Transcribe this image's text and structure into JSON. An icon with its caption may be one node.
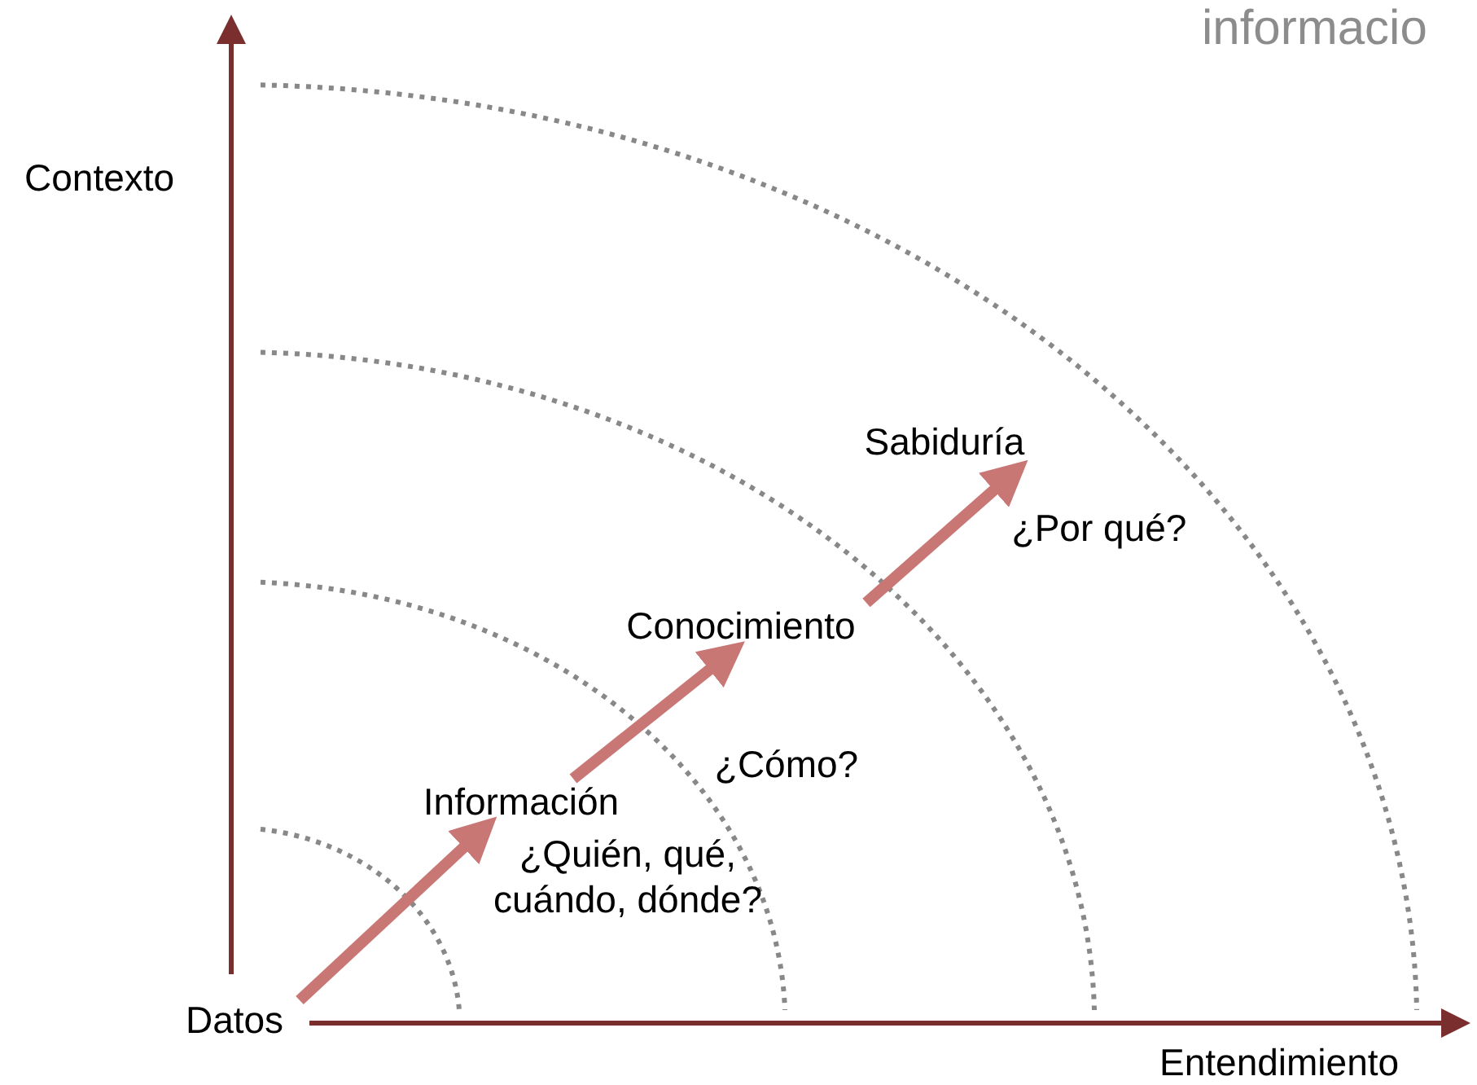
{
  "diagram": {
    "nodes": [
      {
        "text": [
          "Datos"
        ]
      },
      {
        "text": [
          "Información"
        ],
        "beside": [
          "¿Quién, qué, cuándo, dónde?"
        ]
      },
      {
        "text": [
          "Conocimiento"
        ],
        "beside": [
          "¿Cómo?"
        ]
      },
      {
        "text": [
          "Sabiduría"
        ],
        "beside": [
          "¿Por qué?"
        ]
      }
    ],
    "edges": [
      {
        "from": 0,
        "to": 1,
        "arrow": "to"
      },
      {
        "from": 1,
        "to": 2,
        "arrow": "to"
      },
      {
        "from": 2,
        "to": 3,
        "arrow": "to"
      }
    ],
    "labels": [
      "informacio",
      "Contexto",
      "Entendimiento"
    ]
  }
}
